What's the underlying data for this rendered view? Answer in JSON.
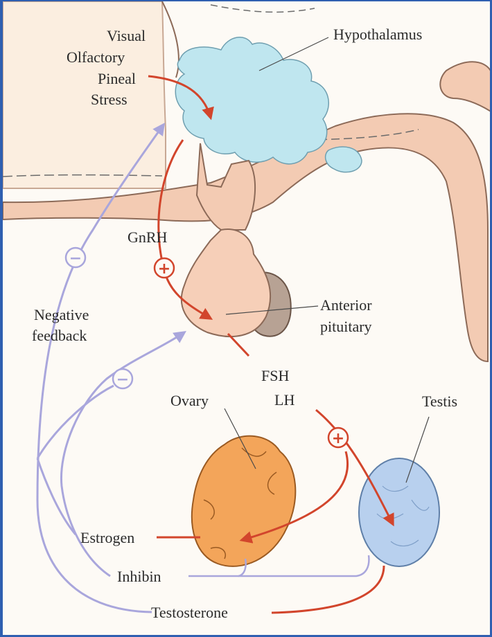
{
  "labels": {
    "visual": "Visual",
    "olfactory": "Olfactory",
    "pineal": "Pineal",
    "stress": "Stress",
    "hypothalamus": "Hypothalamus",
    "gnrh": "GnRH",
    "negative": "Negative",
    "feedback": "feedback",
    "anterior": "Anterior",
    "pituitary": "pituitary",
    "fsh": "FSH",
    "lh": "LH",
    "ovary": "Ovary",
    "testis": "Testis",
    "estrogen": "Estrogen",
    "inhibin": "Inhibin",
    "testosterone": "Testosterone"
  },
  "signs": {
    "plus": "+",
    "minus": "−"
  },
  "colors": {
    "hypothalamus": "#bfe6ef",
    "brain_tissue": "#f3cbb3",
    "brain_outline": "#8c6a58",
    "pituitary_posterior": "#b7a294",
    "ovary": "#f3a55a",
    "testis": "#b8d0ee",
    "stimulatory_arrow": "#d2452c",
    "feedback_line": "#a9a6dc",
    "border": "#2f5fb0"
  }
}
